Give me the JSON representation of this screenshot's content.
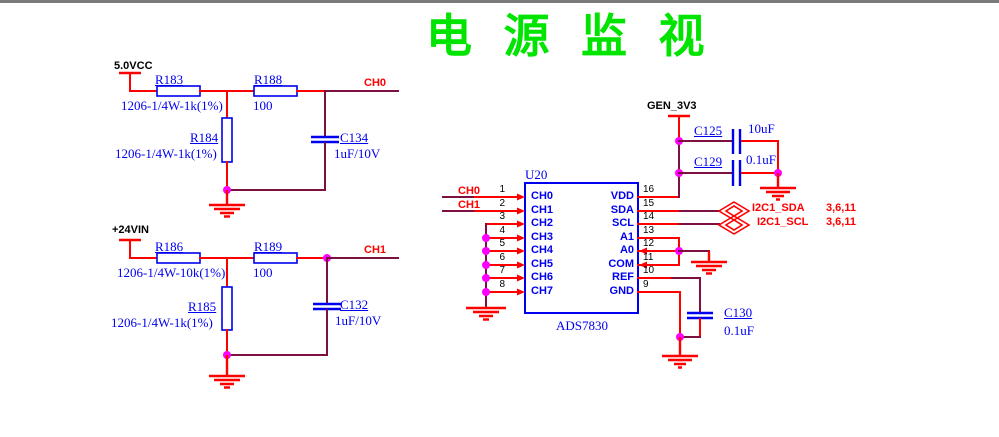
{
  "title": "电 源 监 视",
  "dividers": {
    "ch0": {
      "power_net": "5.0VCC",
      "output_net": "CH0",
      "series_resistor_1": {
        "ref": "R183",
        "value": "1206-1/4W-1k(1%)"
      },
      "series_resistor_2": {
        "ref": "R188",
        "value": "100"
      },
      "shunt_resistor": {
        "ref": "R184",
        "value": "1206-1/4W-1k(1%)"
      },
      "filter_cap": {
        "ref": "C134",
        "value": "1uF/10V"
      }
    },
    "ch1": {
      "power_net": "+24VIN",
      "output_net": "CH1",
      "series_resistor_1": {
        "ref": "R186",
        "value": "1206-1/4W-10k(1%)"
      },
      "series_resistor_2": {
        "ref": "R189",
        "value": "100"
      },
      "shunt_resistor": {
        "ref": "R185",
        "value": "1206-1/4W-1k(1%)"
      },
      "filter_cap": {
        "ref": "C132",
        "value": "1uF/10V"
      }
    }
  },
  "adc": {
    "ref": "U20",
    "part_number": "ADS7830",
    "input_nets": [
      "CH0",
      "CH1"
    ],
    "left_pins": [
      {
        "num": "1",
        "name": "CH0"
      },
      {
        "num": "2",
        "name": "CH1"
      },
      {
        "num": "3",
        "name": "CH2"
      },
      {
        "num": "4",
        "name": "CH3"
      },
      {
        "num": "5",
        "name": "CH4"
      },
      {
        "num": "6",
        "name": "CH5"
      },
      {
        "num": "7",
        "name": "CH6"
      },
      {
        "num": "8",
        "name": "CH7"
      }
    ],
    "right_pins": [
      {
        "num": "16",
        "name": "VDD"
      },
      {
        "num": "15",
        "name": "SDA"
      },
      {
        "num": "14",
        "name": "SCL"
      },
      {
        "num": "13",
        "name": "A1"
      },
      {
        "num": "12",
        "name": "A0"
      },
      {
        "num": "11",
        "name": "COM"
      },
      {
        "num": "10",
        "name": "REF"
      },
      {
        "num": "9",
        "name": "GND"
      }
    ]
  },
  "supply": {
    "power_net": "GEN_3V3",
    "bulk_cap": {
      "ref": "C125",
      "value": "10uF"
    },
    "bypass_cap": {
      "ref": "C129",
      "value": "0.1uF"
    }
  },
  "ref_bypass_cap": {
    "ref": "C130",
    "value": "0.1uF"
  },
  "offsheet": [
    {
      "net": "I2C1_SDA",
      "sheets": "3,6,11"
    },
    {
      "net": "I2C1_SCL",
      "sheets": "3,6,11"
    }
  ],
  "colors": {
    "wire_red": "#ff0000",
    "wire_dark": "#7c1040",
    "component_blue": "#0000f0",
    "junction_magenta": "#ff00ff",
    "title_green": "#00e400"
  }
}
